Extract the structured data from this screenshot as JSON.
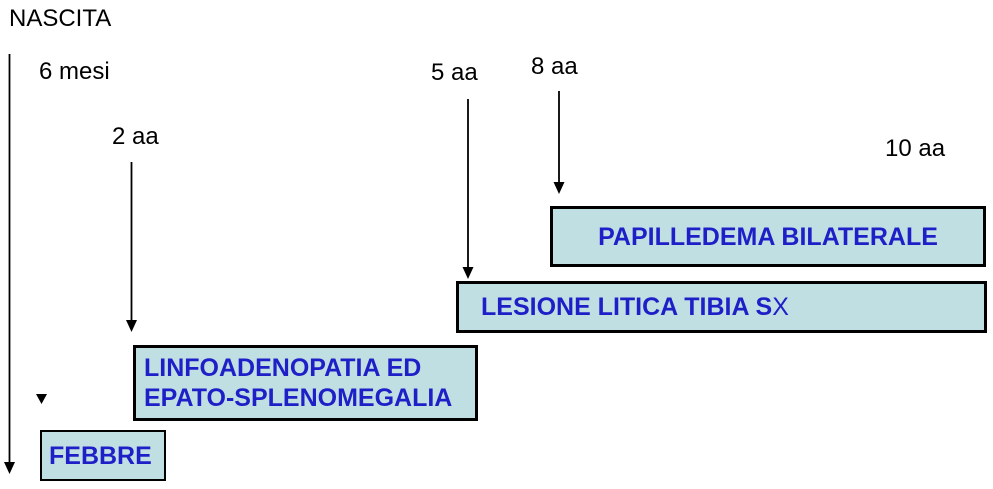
{
  "age_labels": {
    "nascita": "NASCITA",
    "m6": "6 mesi",
    "y2": "2 aa",
    "y5": "5 aa",
    "y8": "8 aa",
    "y10": "10 aa"
  },
  "events": {
    "papilledema": {
      "label": "PAPILLEDEMA BILATERALE",
      "age": "8 aa"
    },
    "lesione": {
      "label_main": "LESIONE LITICA TIBIA S",
      "label_light": "X",
      "age": "5 aa"
    },
    "linfo": {
      "line1": "LINFOADENOPATIA ED",
      "line2": "EPATO-SPLENOMEGALIA",
      "age": "2 aa"
    },
    "febbre": {
      "label": "FEBBRE",
      "age": "6 mesi"
    }
  },
  "colors": {
    "box_fill": "#c0dfe3",
    "box_border": "#000000",
    "event_text": "#1f1fc8",
    "label_text": "#000000"
  }
}
